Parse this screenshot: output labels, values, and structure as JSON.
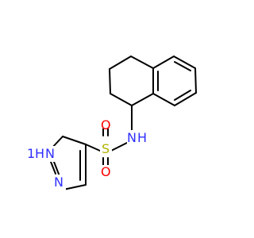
{
  "molecule": {
    "atoms": {
      "N_amide": {
        "label": "N",
        "subscript": "H"
      },
      "S": {
        "label": "S"
      },
      "O_top": {
        "label": "O"
      },
      "O_bottom": {
        "label": "O"
      },
      "NH_ring": {
        "label": "H",
        "prefix": "1",
        "hn_text": "N"
      },
      "N_ring": {
        "label": "N"
      }
    },
    "colors": {
      "nitrogen": "#2e2eff",
      "sulfur": "#b2b200",
      "oxygen": "#ff0000",
      "carbon_bond": "#000000"
    }
  }
}
